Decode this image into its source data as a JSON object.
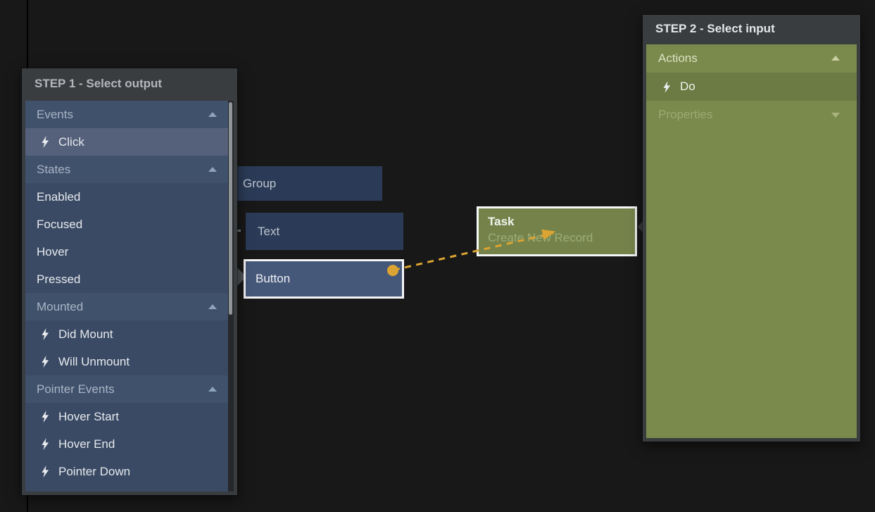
{
  "step1_panel": {
    "title": "STEP 1 - Select output",
    "rows": [
      {
        "type": "section",
        "label": "Events",
        "arrow": "up"
      },
      {
        "type": "item",
        "label": "Click",
        "icon": "bolt",
        "selected": true
      },
      {
        "type": "section",
        "label": "States",
        "arrow": "up"
      },
      {
        "type": "item",
        "label": "Enabled"
      },
      {
        "type": "item",
        "label": "Focused"
      },
      {
        "type": "item",
        "label": "Hover"
      },
      {
        "type": "item",
        "label": "Pressed"
      },
      {
        "type": "section",
        "label": "Mounted",
        "arrow": "up"
      },
      {
        "type": "item",
        "label": "Did Mount",
        "icon": "bolt"
      },
      {
        "type": "item",
        "label": "Will Unmount",
        "icon": "bolt"
      },
      {
        "type": "section",
        "label": "Pointer Events",
        "arrow": "up"
      },
      {
        "type": "item",
        "label": "Hover Start",
        "icon": "bolt"
      },
      {
        "type": "item",
        "label": "Hover End",
        "icon": "bolt"
      },
      {
        "type": "item",
        "label": "Pointer Down",
        "icon": "bolt"
      }
    ]
  },
  "step2_panel": {
    "title": "STEP 2 - Select input",
    "rows": [
      {
        "type": "section",
        "label": "Actions",
        "arrow": "up"
      },
      {
        "type": "item",
        "label": "Do",
        "icon": "bolt",
        "selected": true
      },
      {
        "type": "section",
        "label": "Properties",
        "arrow": "down",
        "muted": true
      }
    ]
  },
  "nodes": {
    "group": {
      "label": "Group"
    },
    "text": {
      "label": "Text"
    },
    "button": {
      "label": "Button",
      "selected": true
    },
    "task": {
      "title": "Task",
      "subtitle": "Create New Record"
    }
  },
  "connector": {
    "style": "dashed",
    "from_node": "Button",
    "to_node": "Task",
    "color": "#dca433"
  },
  "colors": {
    "page_bg": "#181818",
    "guide_line": "#000000",
    "panel_chrome": "#3a3d40",
    "step1_title_color": "#b3b7bb",
    "step2_title_color": "#e4e6e7",
    "blue_item_bg": "#3a4a64",
    "blue_section_bg": "#40516c",
    "blue_selected_bg": "#55617b",
    "blue_section_text": "#a9b5c4",
    "blue_item_text": "#e6e9ed",
    "blue_arrow": "#8da2bb",
    "scroll_track": "#26282b",
    "scroll_thumb": "#8f9499",
    "green_bg": "#7a894c",
    "green_selected_bg": "#6c7b43",
    "green_section_text": "#dce2c2",
    "green_muted_text": "#9cab72",
    "green_item_text": "#f0f2ec",
    "green_arrow_up": "#c9d1a2",
    "green_arrow_down": "#a9b47d",
    "node_dark_bg": "#2b3b57",
    "node_dark_text": "#bcc4cf",
    "button_bg": "#46587a",
    "node_border": "#f4f5f6",
    "task_bg": "#75834b",
    "task_title": "#f2f4ee",
    "task_subtitle": "#9dab77",
    "wire": "#dca433",
    "notch_left": "#4d5156",
    "notch_right": "#3b3e42",
    "tick": "#70757b"
  }
}
